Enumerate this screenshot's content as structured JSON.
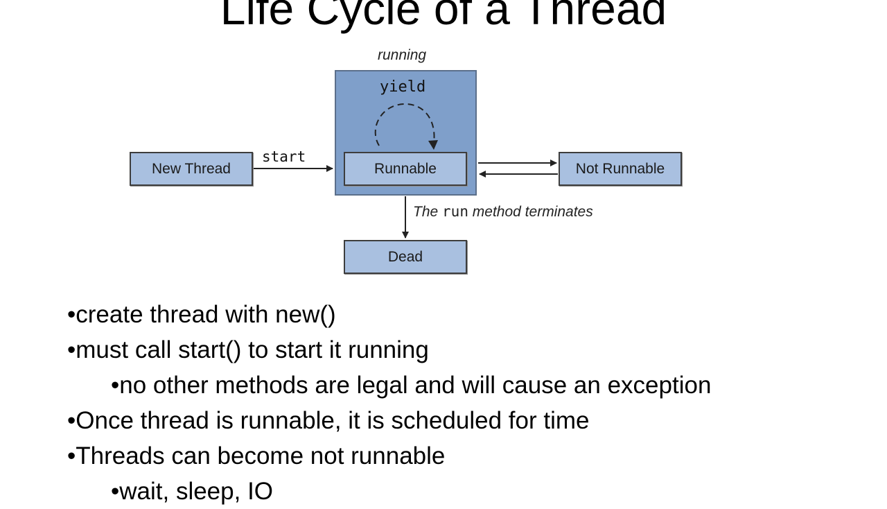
{
  "title": "Life Cycle of a Thread",
  "diagram": {
    "running_label": "running",
    "yield_label": "yield",
    "start_label": "start",
    "terminates_prefix": "The ",
    "terminates_code": "run",
    "terminates_suffix": " method terminates",
    "states": {
      "new_thread": "New Thread",
      "runnable": "Runnable",
      "not_runnable": "Not Runnable",
      "dead": "Dead"
    },
    "colors": {
      "state_fill": "#a9c0e0",
      "running_fill": "#7f9fca",
      "border": "#3d3d3d"
    }
  },
  "bullets": [
    "•create thread with new()",
    "•must call start() to start it running",
    "•no other methods are legal and will cause an exception",
    "•Once thread is runnable,  it is scheduled for time",
    "•Threads can become not runnable",
    "•wait, sleep, IO"
  ]
}
